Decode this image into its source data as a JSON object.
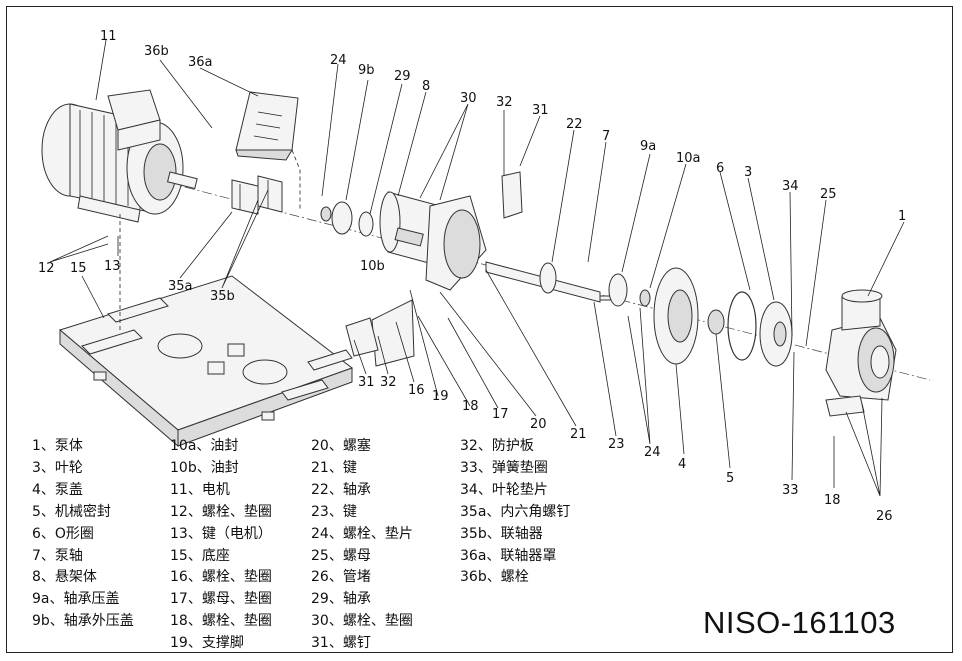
{
  "document_code": "NISO-161103",
  "callouts": {
    "c11": "11",
    "c36b": "36b",
    "c36a": "36a",
    "c24a": "24",
    "c9b": "9b",
    "c29": "29",
    "c8": "8",
    "c30": "30",
    "c32a": "32",
    "c31a": "31",
    "c22": "22",
    "c7": "7",
    "c9a": "9a",
    "c10a": "10a",
    "c6": "6",
    "c3": "3",
    "c34": "34",
    "c25": "25",
    "c1": "1",
    "c12": "12",
    "c15": "15",
    "c13": "13",
    "c10b": "10b",
    "c35a": "35a",
    "c35b": "35b",
    "c31b": "31",
    "c32b": "32",
    "c16": "16",
    "c19": "19",
    "c18a": "18",
    "c17": "17",
    "c20": "20",
    "c21": "21",
    "c23": "23",
    "c24b": "24",
    "c4": "4",
    "c5": "5",
    "c33": "33",
    "c18b": "18",
    "c26": "26"
  },
  "legend": {
    "col1": [
      "1、泵体",
      "3、叶轮",
      "4、泵盖",
      "5、机械密封",
      "6、O形圈",
      "7、泵轴",
      "8、悬架体",
      "9a、轴承压盖",
      "9b、轴承外压盖"
    ],
    "col2": [
      "10a、油封",
      "10b、油封",
      "11、电机",
      "12、螺栓、垫圈",
      "13、键（电机）",
      "15、底座",
      "16、螺栓、垫圈",
      "17、螺母、垫圈",
      "18、螺栓、垫圈",
      "19、支撑脚"
    ],
    "col3": [
      "20、螺塞",
      "21、键",
      "22、轴承",
      "23、键",
      "24、螺栓、垫片",
      "25、螺母",
      "26、管堵",
      "29、轴承",
      "30、螺栓、垫圈",
      "31、螺钉"
    ],
    "col4": [
      "32、防护板",
      "33、弹簧垫圈",
      "34、叶轮垫片",
      "35a、内六角螺钉",
      "35b、联轴器",
      "36a、联轴器罩",
      "36b、螺栓"
    ]
  }
}
